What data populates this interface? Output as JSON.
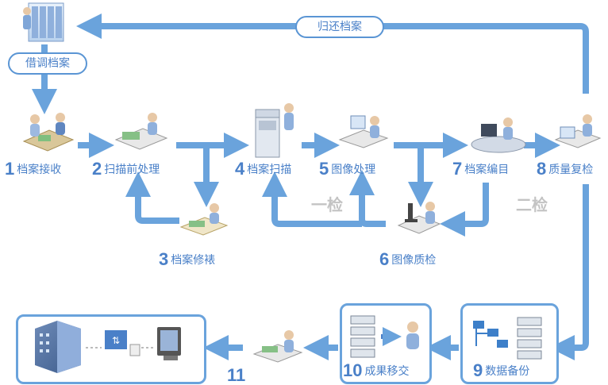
{
  "colors": {
    "arrow": "#6aa3dc",
    "text": "#4a80c8",
    "check": "#c3c3c3"
  },
  "labels": {
    "borrow": "借调档案",
    "return": "归还档案",
    "first_check": "一检",
    "second_check": "二检"
  },
  "steps": [
    {
      "num": "1",
      "label": "档案接收"
    },
    {
      "num": "2",
      "label": "扫描前处理"
    },
    {
      "num": "3",
      "label": "档案修裱"
    },
    {
      "num": "4",
      "label": "档案扫描"
    },
    {
      "num": "5",
      "label": "图像处理"
    },
    {
      "num": "6",
      "label": "图像质检"
    },
    {
      "num": "7",
      "label": "档案编目"
    },
    {
      "num": "8",
      "label": "质量复检"
    },
    {
      "num": "9",
      "label": "数据备份"
    },
    {
      "num": "10",
      "label": "成果移交"
    },
    {
      "num": "11",
      "label": ""
    }
  ],
  "icons": [
    "archive-cabinet-icon",
    "worker-icon",
    "server-stack-icon",
    "folder-icon",
    "person-icon",
    "building-icon",
    "file-transfer-icon",
    "monitor-icon"
  ]
}
